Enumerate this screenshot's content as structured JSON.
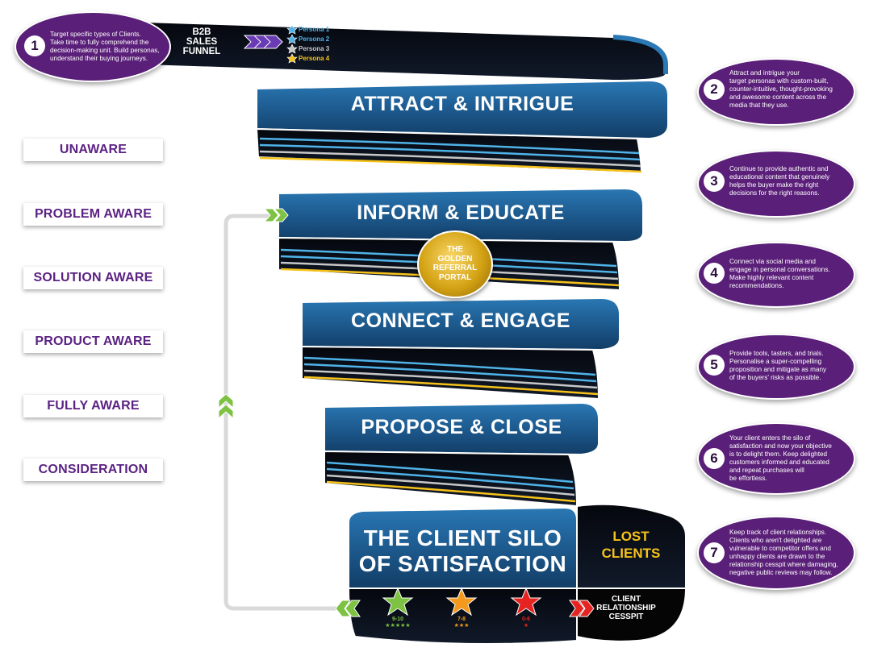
{
  "funnel": {
    "title_lines": [
      "B2B",
      "SALES",
      "FUNNEL"
    ],
    "personas": [
      {
        "label": "Persona 1",
        "color": "#4fb3e8"
      },
      {
        "label": "Persona 2",
        "color": "#4fb3e8"
      },
      {
        "label": "Persona 3",
        "color": "#c7c7c7"
      },
      {
        "label": "Persona 4",
        "color": "#f6c21a"
      }
    ]
  },
  "stages": [
    {
      "label": "ATTRACT & INTRIGUE"
    },
    {
      "label": "INFORM & EDUCATE"
    },
    {
      "label": "CONNECT & ENGAGE"
    },
    {
      "label": "PROPOSE & CLOSE"
    }
  ],
  "silo": {
    "line1": "THE CLIENT SILO",
    "line2": "OF SATISFACTION",
    "ratings": [
      {
        "score": "9-10",
        "stars": "★★★★★",
        "color": "#7dc242"
      },
      {
        "score": "7-8",
        "stars": "★★★",
        "color": "#f39a1e"
      },
      {
        "score": "0-6",
        "stars": "★",
        "color": "#e52421"
      }
    ]
  },
  "lost": {
    "line1": "LOST",
    "line2": "CLIENTS"
  },
  "cesspit": {
    "line1": "CLIENT",
    "line2": "RELATIONSHIP",
    "line3": "CESSPIT"
  },
  "portal": {
    "line1": "THE",
    "line2": "GOLDEN",
    "line3": "REFERRAL",
    "line4": "PORTAL"
  },
  "awareness": [
    "UNAWARE",
    "PROBLEM AWARE",
    "SOLUTION AWARE",
    "PRODUCT  AWARE",
    "FULLY AWARE",
    "CONSIDERATION"
  ],
  "steps": [
    {
      "num": "1",
      "lines": [
        "Target specific types of Clients.",
        "Take time to fully comprehend the",
        "decision-making unit. Build personas,",
        "understand their buying journeys."
      ]
    },
    {
      "num": "2",
      "lines": [
        "Attract and intrigue your",
        "target personas with custom-built,",
        "counter-intuitive, thought-provoking",
        "and awesome content across the",
        "media that they use."
      ]
    },
    {
      "num": "3",
      "lines": [
        "Continue to provide authentic and",
        "educational content that genuinely",
        "helps the buyer make the right",
        "decisions for the right reasons."
      ]
    },
    {
      "num": "4",
      "lines": [
        "Connect via social media and",
        "engage in personal conversations.",
        "Make highly relevant content",
        "recommendations."
      ]
    },
    {
      "num": "5",
      "lines": [
        "Provide tools, tasters, and trials.",
        "Personalise a super-compelling",
        "proposition and mitigate as many",
        "of the buyers' risks as possible."
      ]
    },
    {
      "num": "6",
      "lines": [
        "Your client enters the silo of",
        "satisfaction and now your objective",
        "is to delight them. Keep delighted",
        "customers informed and educated",
        "and repeat purchases will",
        "be effortless."
      ]
    },
    {
      "num": "7",
      "lines": [
        "Keep track of client relationships.",
        "Clients who aren't delighted are",
        "vulnerable to competitor offers and",
        "unhappy clients are drawn to the",
        "relationship cesspit where damaging,",
        "negative public reviews may follow."
      ]
    }
  ],
  "colors": {
    "purple": "#5a1f78",
    "ribbon": "#1d5a8e",
    "gold": "#f6c21a",
    "green": "#7dc242",
    "red": "#e52421"
  }
}
